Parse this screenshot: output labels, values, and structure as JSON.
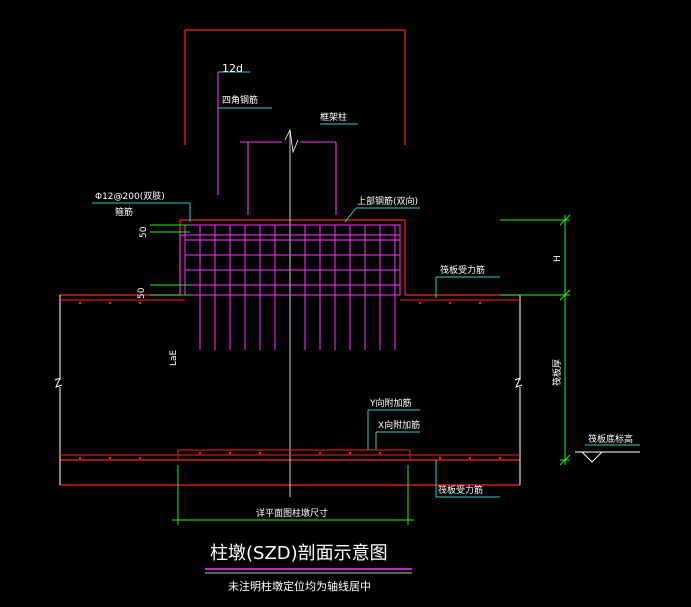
{
  "labels": {
    "twelve_d": "12d",
    "corner_bars": "四角钢筋",
    "frame_column": "框架柱",
    "stirrup_spec": "Φ12@200(双肢)",
    "stirrup": "箍筋",
    "upper_bars": "上部钢筋(双向)",
    "dim_50_top": "50",
    "dim_50_left": "50",
    "raft_top_bars": "筏板受力筋",
    "raft_bottom_bars": "筏板受力筋",
    "dim_h": "H",
    "raft_thickness": "筏板厚",
    "lae": "LaE",
    "y_add_bars": "Y向附加筋",
    "x_add_bars": "X向附加筋",
    "raft_bottom_elev": "筏板底标高",
    "pier_width": "详平面图柱墩尺寸"
  },
  "title": {
    "main": "柱墩(SZD)剖面示意图",
    "note": "未注明柱墩定位均为轴线居中"
  },
  "colors": {
    "background": "#000000",
    "red": "#ff2020",
    "magenta": "#ff33ff",
    "green": "#22ee22",
    "cyan": "#33cccc",
    "white": "#ffffff",
    "yellow": "#ffff66"
  }
}
